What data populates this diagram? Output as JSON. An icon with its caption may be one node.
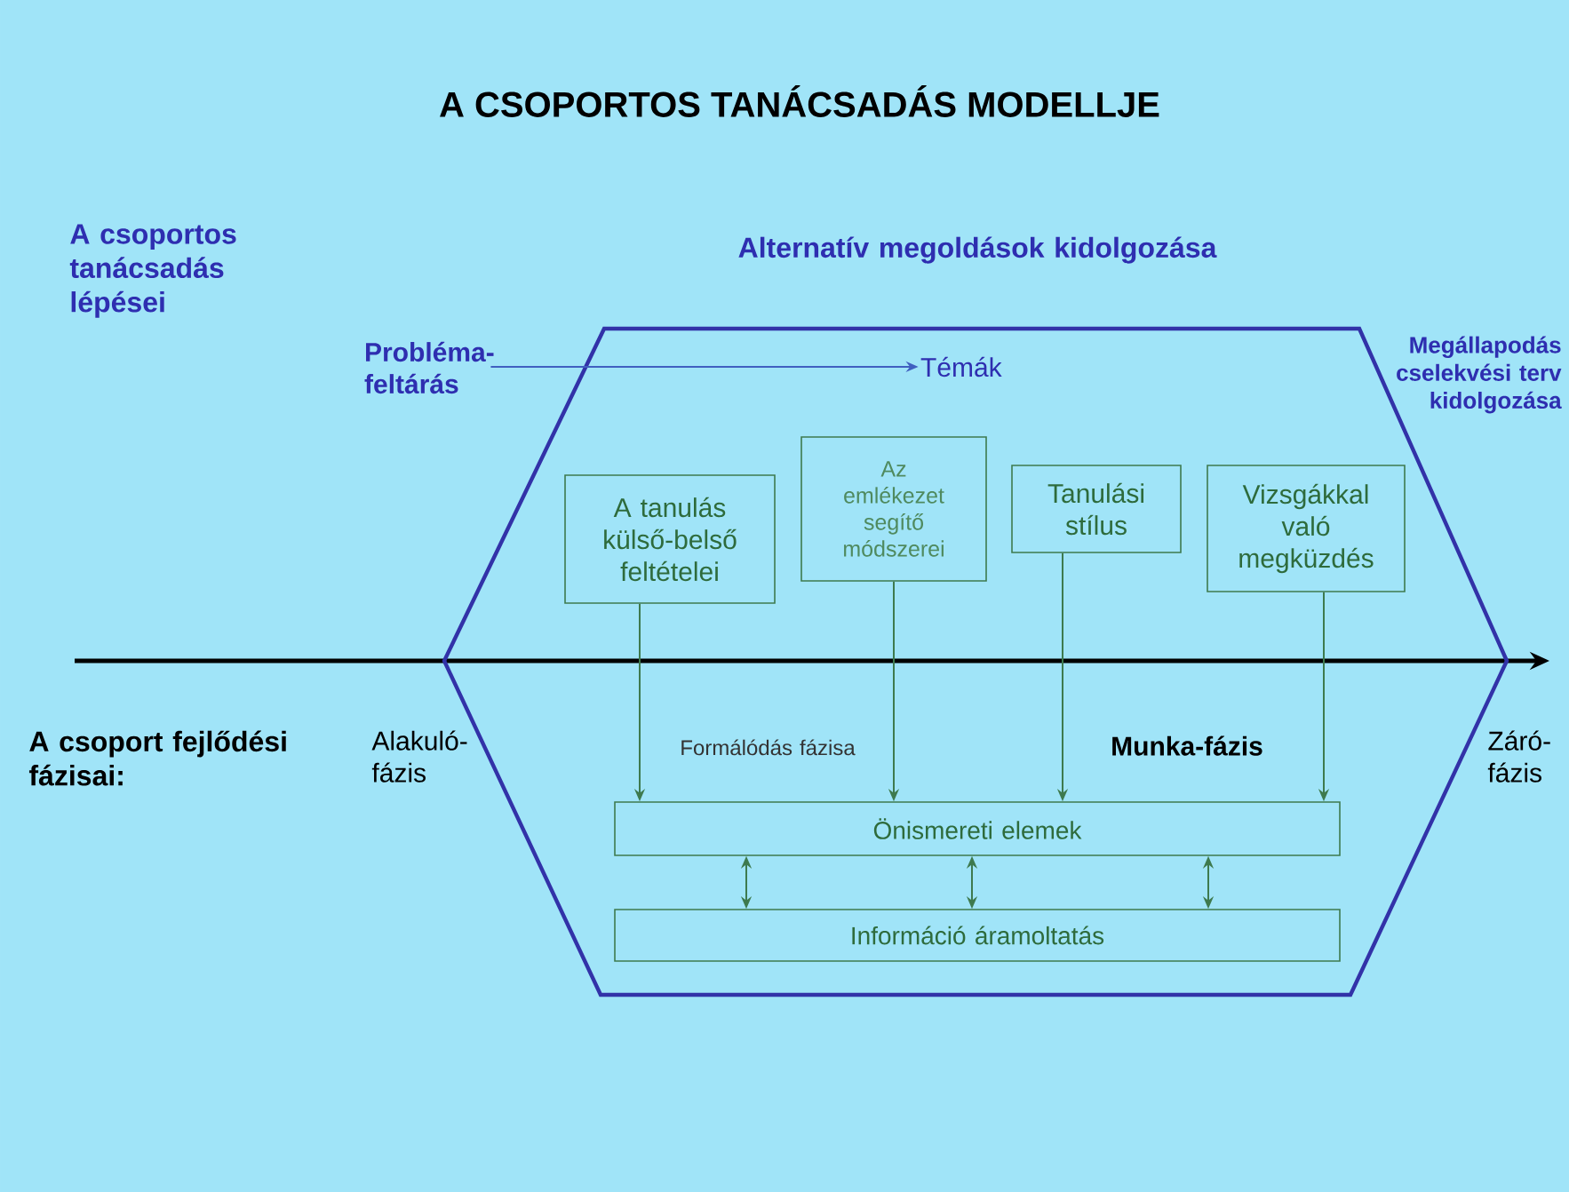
{
  "diagram": {
    "title": "A CSOPORTOS TANÁCSADÁS MODELLJE",
    "nodes": [
      {
        "text": [],
        "shape": "hexagon"
      },
      {
        "text": [
          "Probléma-feltárás"
        ]
      },
      {
        "text": [
          "Témák"
        ],
        "in": 0
      },
      {
        "text": [
          "A tanulás külső-belső feltételei"
        ],
        "in": 0
      },
      {
        "text": [
          "Az emlékezet segítő módszerei"
        ],
        "in": 0
      },
      {
        "text": [
          "Tanulási stílus"
        ],
        "in": 0
      },
      {
        "text": [
          "Vizsgákkal való megküzdés"
        ],
        "in": 0
      },
      {
        "text": [
          "Önismereti elemek"
        ],
        "in": 0
      },
      {
        "text": [
          "Információ áramoltatás"
        ],
        "in": 0
      }
    ],
    "edges": [
      {
        "from": 1,
        "to": 2,
        "arrow": "to",
        "color": "#4060c0"
      },
      {
        "from": 3,
        "to": 7,
        "arrow": "to"
      },
      {
        "from": 4,
        "to": 7,
        "arrow": "to"
      },
      {
        "from": 5,
        "to": 7,
        "arrow": "to"
      },
      {
        "from": 6,
        "to": 7,
        "arrow": "to"
      },
      {
        "from": 7,
        "to": 8,
        "arrow": "both"
      },
      {
        "from": 7,
        "to": 8,
        "arrow": "both"
      },
      {
        "from": 7,
        "to": 8,
        "arrow": "both"
      }
    ],
    "labels": [
      "A csoportos tanácsadás lépései",
      "Alternatív megoldások kidolgozása",
      "Megállapodás cselekvési terv kidolgozása",
      "A csoport fejlődési fázisai:",
      "Alakuló-fázis",
      "Formálódás fázisa",
      "Munka-fázis",
      "Záró-fázis"
    ]
  }
}
